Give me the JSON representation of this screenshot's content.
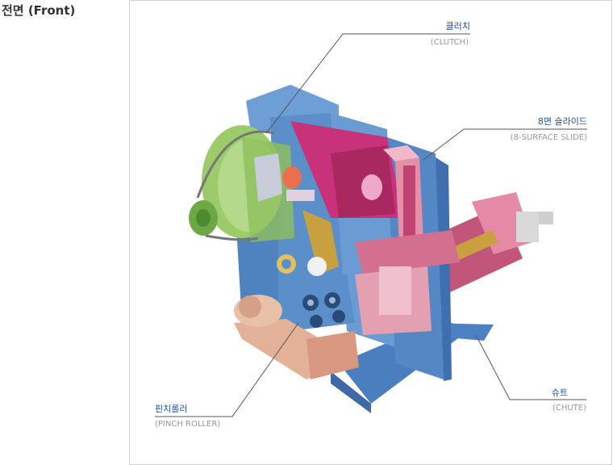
{
  "page_title": "전면 (Front)",
  "callouts": {
    "clutch": {
      "ko": "클러치",
      "en": "(CLUTCH)"
    },
    "slide": {
      "ko": "8면 슬라이드",
      "en": "(8-SURFACE SLIDE)"
    },
    "pinch": {
      "ko": "핀치롤러",
      "en": "(PINCH ROLLER)"
    },
    "chute": {
      "ko": "슈트",
      "en": "(CHUTE)"
    }
  },
  "colors": {
    "frame_blue": "#5b8fc9",
    "flywheel_green": "#9ccb6a",
    "magenta": "#c8327a",
    "pink": "#e3a0b0",
    "salmon": "#e3b098",
    "gold": "#c8a040",
    "callout_text": "#1f4e9a"
  }
}
